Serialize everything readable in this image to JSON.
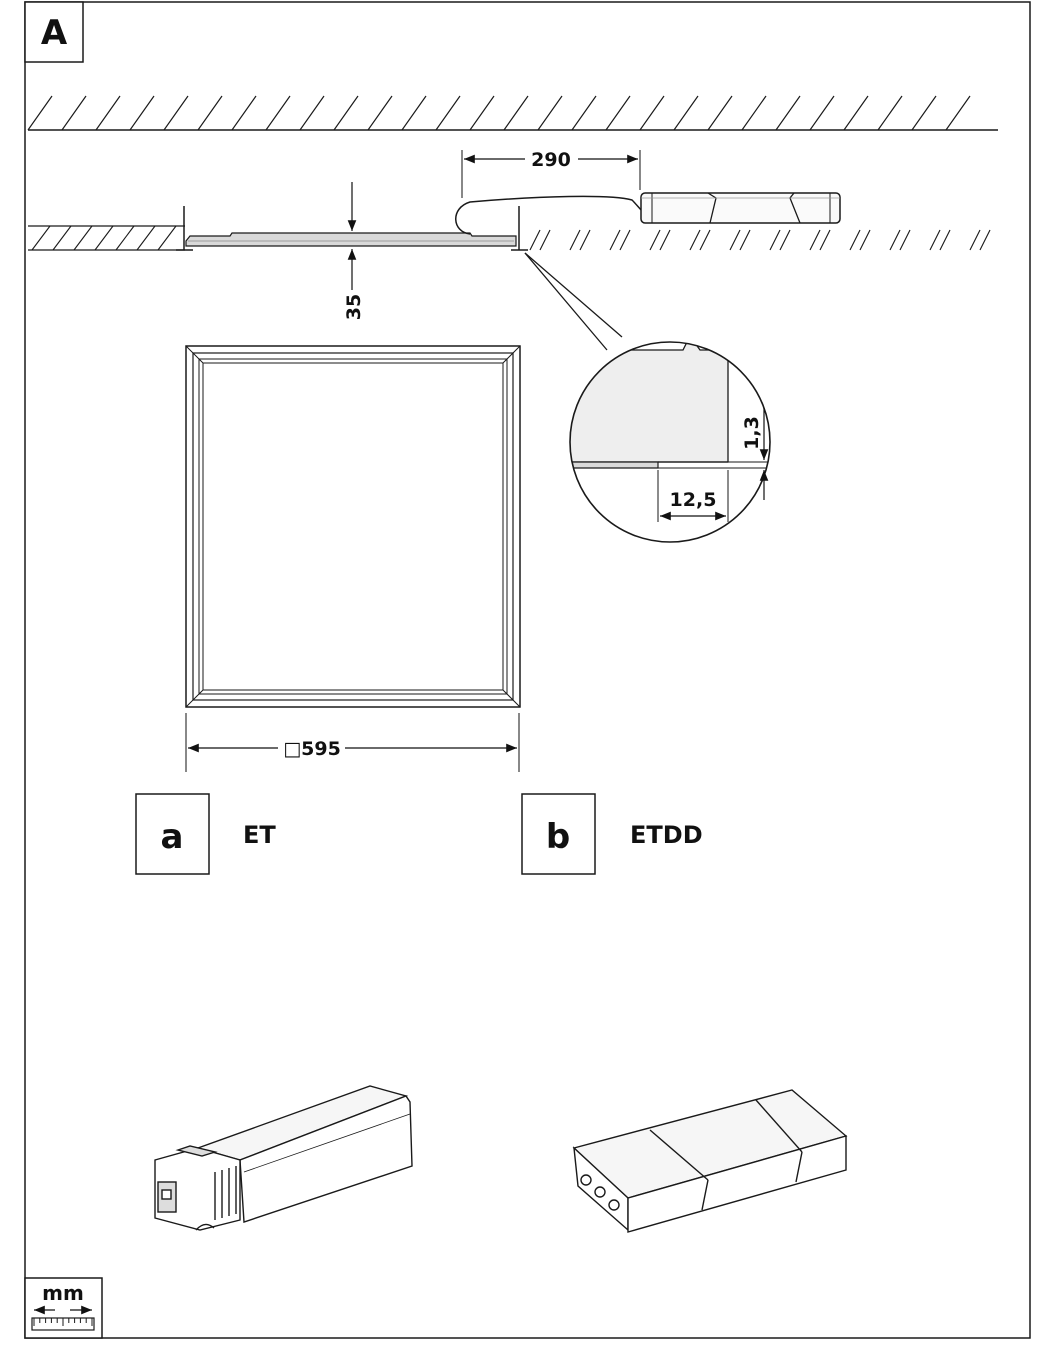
{
  "section_label": "A",
  "dimensions": {
    "cable_length": "290",
    "panel_height": "35",
    "edge_step": "1,3",
    "edge_inset": "12,5",
    "panel_size": "□595"
  },
  "drivers": [
    {
      "badge": "a",
      "code": "ET"
    },
    {
      "badge": "b",
      "code": "ETDD"
    }
  ],
  "units_box": {
    "unit": "mm"
  },
  "colors": {
    "line": "#1a1a1a",
    "panel_fill": "#d9d9d9",
    "shade": "#eeeeee"
  }
}
